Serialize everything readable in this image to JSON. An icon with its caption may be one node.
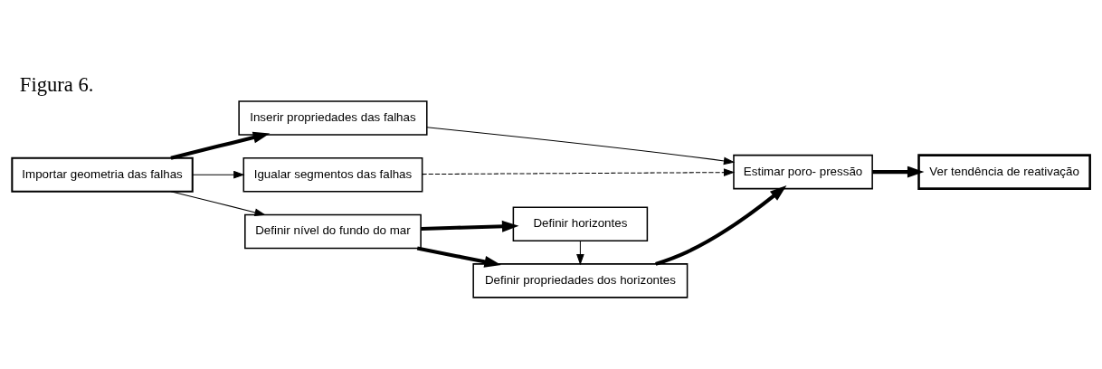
{
  "diagram": {
    "title": "Figura 6.",
    "nodes": [
      {
        "text": [
          "Importar geometria das falhas"
        ]
      },
      {
        "text": [
          "Inserir propriedades das falhas"
        ]
      },
      {
        "text": [
          "Igualar segmentos das falhas"
        ]
      },
      {
        "text": [
          "Definir nível do fundo do mar"
        ]
      },
      {
        "text": [
          "Definir horizontes"
        ]
      },
      {
        "text": [
          "Definir propriedades dos horizontes"
        ]
      },
      {
        "text": [
          "Estimar poro- pressão"
        ]
      },
      {
        "text": [
          "Ver tendência de reativação"
        ]
      }
    ],
    "edges": [
      {
        "from": 0,
        "to": 1,
        "arrow": "to",
        "style": "thick"
      },
      {
        "from": 0,
        "to": 2,
        "arrow": "to"
      },
      {
        "from": 0,
        "to": 3,
        "arrow": "to"
      },
      {
        "from": 1,
        "to": 6,
        "arrow": "to"
      },
      {
        "from": 2,
        "to": 6,
        "arrow": "to",
        "style": "dashed"
      },
      {
        "from": 3,
        "to": 4,
        "arrow": "to",
        "style": "thick"
      },
      {
        "from": 3,
        "to": 5,
        "arrow": "to",
        "style": "thick"
      },
      {
        "from": 4,
        "to": 5,
        "arrow": "to"
      },
      {
        "from": 5,
        "to": 6,
        "arrow": "to",
        "style": "thick"
      },
      {
        "from": 6,
        "to": 7,
        "arrow": "to",
        "style": "thick"
      }
    ]
  }
}
